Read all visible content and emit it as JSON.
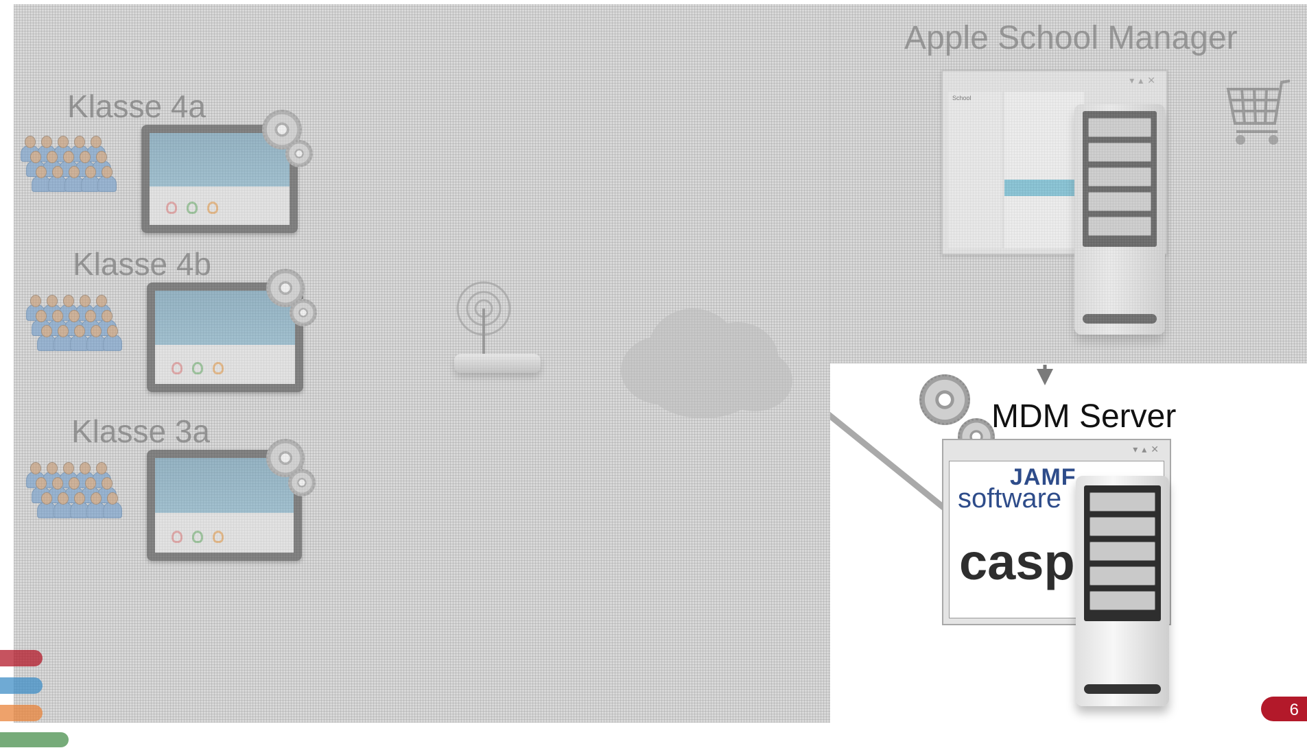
{
  "diagram": {
    "classes": [
      {
        "label": "Klasse 4a"
      },
      {
        "label": "Klasse 4b"
      },
      {
        "label": "Klasse 3a"
      }
    ],
    "asm_title": "Apple School Manager",
    "mdm_title": "MDM Server",
    "mdm_products": {
      "jamf_top": "JAMF",
      "jamf_bottom": "software",
      "casper": "casp"
    },
    "asm_window": {
      "sidebar_header": "School"
    }
  },
  "page_number": "6",
  "colors": {
    "accent_red": "#b3192a",
    "accent_blue": "#3f8dc6",
    "accent_orange": "#e8833a",
    "accent_green": "#5e9c62",
    "overlay_gray": "#d9d9d9"
  }
}
